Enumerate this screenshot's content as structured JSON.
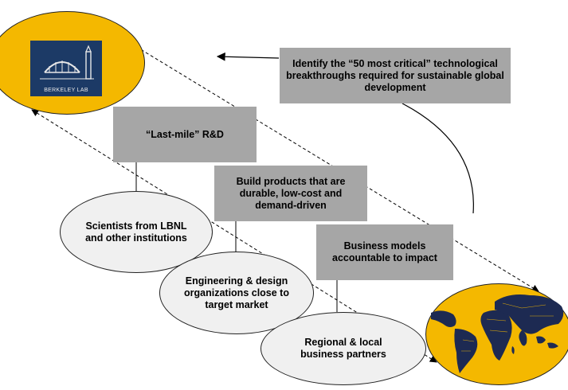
{
  "logo": {
    "text": "BERKELEY LAB",
    "color": "#1c3a66"
  },
  "accent_color": "#f4b800",
  "box_color": "#a6a6a6",
  "boxes": {
    "identify": "Identify the “50 most critical” technological breakthroughs required for sustainable global development",
    "last_mile": "“Last-mile” R&D",
    "build": "Build products that are\ndurable, low-cost and\ndemand-driven",
    "business_models": "Business models\naccountable to impact"
  },
  "ellipses": {
    "scientists": "Scientists from LBNL\nand other institutions",
    "engineering": "Engineering & design\norganizations close to\ntarget market",
    "regional": "Regional  & local\nbusiness partners"
  },
  "icons": {
    "world_map": "world-map-icon"
  }
}
